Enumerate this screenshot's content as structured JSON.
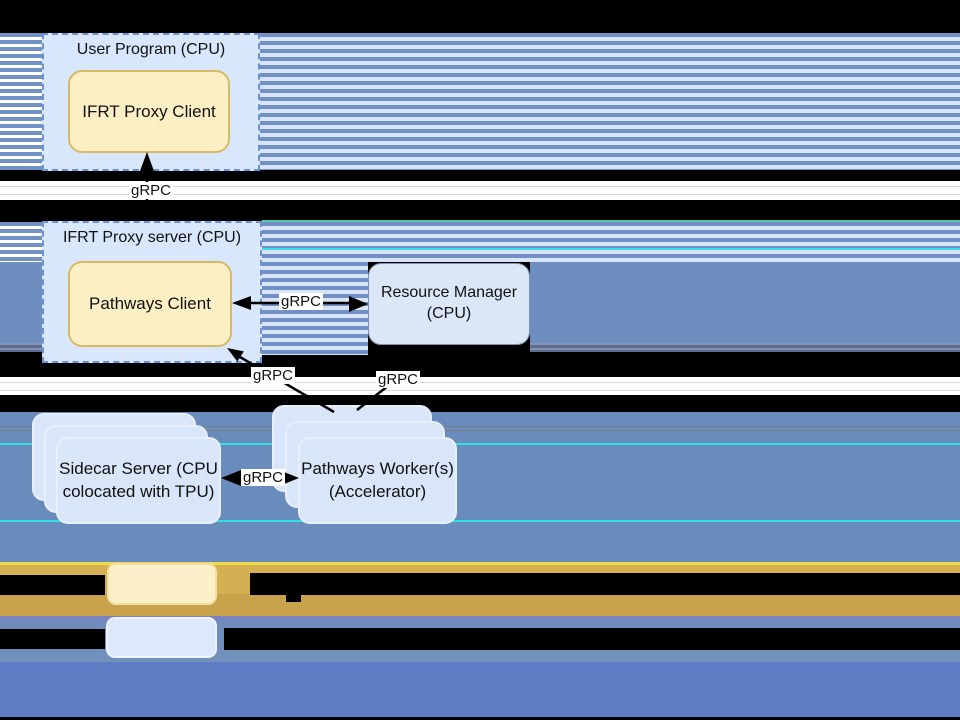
{
  "diagram": {
    "nodes": {
      "user_program": {
        "title": "User Program (CPU)"
      },
      "ifrt_proxy_client": {
        "label": "IFRT Proxy Client"
      },
      "ifrt_proxy_server": {
        "title": "IFRT Proxy server (CPU)"
      },
      "pathways_client": {
        "label": "Pathways Client"
      },
      "resource_manager": {
        "line1": "Resource Manager",
        "line2": "(CPU)"
      },
      "sidecar_server": {
        "line1": "Sidecar Server (CPU",
        "line2": "colocated with TPU)"
      },
      "pathways_worker": {
        "line1": "Pathways Worker(s)",
        "line2": "(Accelerator)"
      }
    },
    "labels": {
      "grpc": "gRPC"
    },
    "legend": {
      "yellow_swatch_color": "#fcefc3",
      "blue_swatch_color": "#dce8fb",
      "labels_obscured": true
    }
  },
  "colors": {
    "background_black": "#000000",
    "stripe_blue": "#7191c4",
    "stripe_light": "#d8e4f6",
    "solid_blue": "#6e8ebf",
    "bottom_blue": "#5d7ec4",
    "gold_band": "#d4b052",
    "gold_band_dark": "#c8a34b",
    "yellow_accent_line": "#eedc4e",
    "purple_line": "#7c83c4",
    "cyan_line": "#35dfe0",
    "node_blue_fill": "#d8e7fb",
    "node_dashed_border": "#6a93d4",
    "node_yellow_fill": "#fcefc3",
    "node_yellow_border": "#d8ba66",
    "arrow_color": "#000000"
  }
}
